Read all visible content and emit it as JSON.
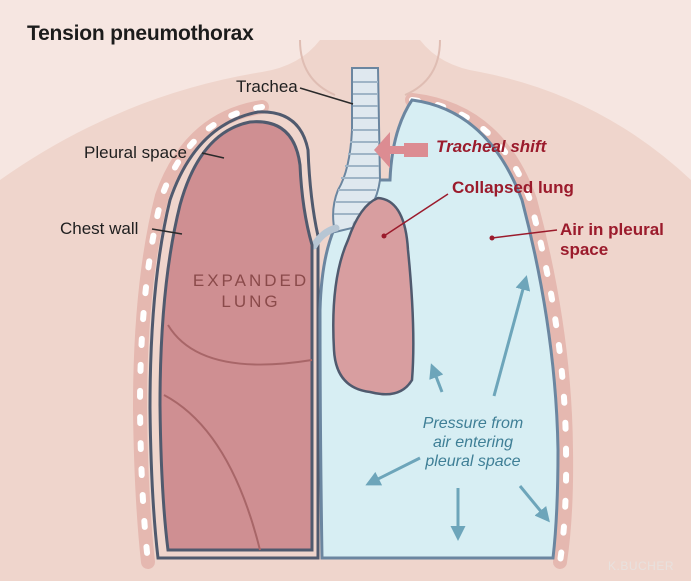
{
  "title": "Tension pneumothorax",
  "labels": {
    "trachea": "Trachea",
    "pleural_space": "Pleural space",
    "chest_wall": "Chest wall",
    "expanded_lung_line1": "EXPANDED",
    "expanded_lung_line2": "LUNG",
    "tracheal_shift": "Tracheal shift",
    "collapsed_lung": "Collapsed lung",
    "air_line1": "Air in pleural",
    "air_line2": "space",
    "pressure_line1": "Pressure from",
    "pressure_line2": "air entering",
    "pressure_line3": "pleural space"
  },
  "signature": "K.BUCHER",
  "colors": {
    "skin": "#f0d8d0",
    "lung": "#cf8f92",
    "lung_outline": "#505a6e",
    "pleural_air": "#d7eef3",
    "red_label": "#9b1b2c",
    "blue_label": "#3f7f96",
    "arrow_blue": "#6da5ba",
    "shift_arrow": "#dc8c92"
  }
}
